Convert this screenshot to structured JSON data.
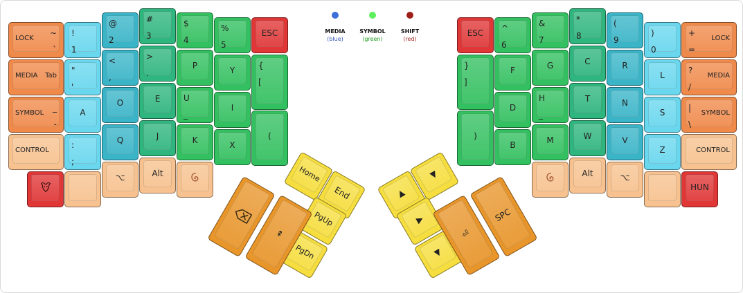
{
  "colors": {
    "orange": "#f08a4b",
    "peach": "#f7c28f",
    "light_blue": "#69d7ee",
    "teal": "#3ab5c8",
    "green_teal": "#2fb57e",
    "green": "#33c060",
    "red": "#e03636",
    "yellow": "#f6de3e",
    "dark_orange": "#e8952a"
  },
  "legend": [
    {
      "title": "MEDIA",
      "sub": "(blue)",
      "color": "#3d6fd9",
      "sub_color": "#2f4fb0"
    },
    {
      "title": "SYMBOL",
      "sub": "(green)",
      "color": "#5cf05c",
      "sub_color": "#1a9a1a"
    },
    {
      "title": "SHIFT",
      "sub": "(red)",
      "color": "#9e1f1a",
      "sub_color": "#9e1f1a"
    }
  ],
  "keys": [
    {
      "id": "lock-l",
      "color": "orange",
      "legends": {
        "tl": "LOCK",
        "tr": "~",
        "br": "`"
      }
    },
    {
      "id": "media-l",
      "color": "orange",
      "legends": {
        "tl": "MEDIA",
        "tr": "Tab"
      }
    },
    {
      "id": "symbol-l",
      "color": "orange",
      "legends": {
        "tl": "SYMBOL",
        "tr": "_",
        "br": "-"
      }
    },
    {
      "id": "control-l",
      "color": "peach",
      "legends": {
        "tl": "CONTROL"
      }
    },
    {
      "id": "gnu-key",
      "color": "red",
      "icon": "gnu-icon"
    },
    {
      "id": "k-1",
      "color": "light_blue",
      "legends": {
        "tl": "!",
        "bl": "1"
      }
    },
    {
      "id": "k-quote",
      "color": "light_blue",
      "legends": {
        "tl": "\"",
        "bl": "'"
      }
    },
    {
      "id": "k-a",
      "color": "light_blue",
      "legends": {
        "c": "A"
      }
    },
    {
      "id": "k-colon",
      "color": "light_blue",
      "legends": {
        "tl": ":",
        "bl": ";"
      }
    },
    {
      "id": "blank-l",
      "color": "peach",
      "legends": {}
    },
    {
      "id": "k-2",
      "color": "teal",
      "legends": {
        "tl": "@",
        "bl": "2"
      }
    },
    {
      "id": "k-lt",
      "color": "teal",
      "legends": {
        "tl": "<",
        "bl": ","
      }
    },
    {
      "id": "k-o",
      "color": "teal",
      "legends": {
        "c": "O"
      }
    },
    {
      "id": "k-q",
      "color": "teal",
      "legends": {
        "c": "Q"
      }
    },
    {
      "id": "opt-l",
      "color": "peach",
      "legends": {
        "c": "⌥"
      }
    },
    {
      "id": "k-3",
      "color": "green_teal",
      "legends": {
        "tl": "#",
        "bl": "3"
      }
    },
    {
      "id": "k-gt",
      "color": "green_teal",
      "legends": {
        "tl": ">",
        "bl": "."
      }
    },
    {
      "id": "k-e",
      "color": "green_teal",
      "legends": {
        "c": "E"
      }
    },
    {
      "id": "k-j",
      "color": "green_teal",
      "legends": {
        "c": "J"
      }
    },
    {
      "id": "alt-l",
      "color": "peach",
      "legends": {
        "c": "Alt"
      }
    },
    {
      "id": "k-4",
      "color": "green",
      "legends": {
        "tl": "$",
        "bl": "4"
      }
    },
    {
      "id": "k-p",
      "color": "green",
      "legends": {
        "c": "P"
      }
    },
    {
      "id": "k-u",
      "color": "green",
      "legends": {
        "tl": "U",
        "bl": "_"
      }
    },
    {
      "id": "k-k",
      "color": "green",
      "legends": {
        "c": "K"
      }
    },
    {
      "id": "debian-l",
      "color": "peach",
      "icon": "debian-icon"
    },
    {
      "id": "k-5",
      "color": "green",
      "legends": {
        "tl": "%",
        "bl": "5"
      }
    },
    {
      "id": "k-y",
      "color": "green",
      "legends": {
        "c": "Y"
      }
    },
    {
      "id": "k-i",
      "color": "green",
      "legends": {
        "c": "I"
      }
    },
    {
      "id": "k-x",
      "color": "green",
      "legends": {
        "c": "X"
      }
    },
    {
      "id": "esc-l",
      "color": "red",
      "legends": {
        "c": "ESC"
      }
    },
    {
      "id": "k-lbrace",
      "color": "green",
      "legends": {
        "tl": "{",
        "bl": "["
      }
    },
    {
      "id": "k-lparen",
      "color": "green",
      "legends": {
        "c": "("
      }
    },
    {
      "id": "esc-r",
      "color": "red",
      "legends": {
        "c": "ESC"
      }
    },
    {
      "id": "k-rbrace",
      "color": "green",
      "legends": {
        "tl": "}",
        "bl": "]"
      }
    },
    {
      "id": "k-rparen",
      "color": "green",
      "legends": {
        "c": ")"
      }
    },
    {
      "id": "k-6",
      "color": "green",
      "legends": {
        "tl": "^",
        "bl": "6"
      }
    },
    {
      "id": "k-f",
      "color": "green",
      "legends": {
        "c": "F"
      }
    },
    {
      "id": "k-d",
      "color": "green",
      "legends": {
        "c": "D"
      }
    },
    {
      "id": "k-b",
      "color": "green",
      "legends": {
        "c": "B"
      }
    },
    {
      "id": "k-7",
      "color": "green",
      "legends": {
        "tl": "&",
        "bl": "7"
      }
    },
    {
      "id": "k-g",
      "color": "green",
      "legends": {
        "c": "G"
      }
    },
    {
      "id": "k-h",
      "color": "green",
      "legends": {
        "tl": "H",
        "bl": "_"
      }
    },
    {
      "id": "k-m",
      "color": "green",
      "legends": {
        "c": "M"
      }
    },
    {
      "id": "debian-r",
      "color": "peach",
      "icon": "debian-icon"
    },
    {
      "id": "k-8",
      "color": "green_teal",
      "legends": {
        "tl": "*",
        "bl": "8"
      }
    },
    {
      "id": "k-c",
      "color": "green_teal",
      "legends": {
        "c": "C"
      }
    },
    {
      "id": "k-t",
      "color": "green_teal",
      "legends": {
        "c": "T"
      }
    },
    {
      "id": "k-w",
      "color": "green_teal",
      "legends": {
        "c": "W"
      }
    },
    {
      "id": "alt-r",
      "color": "peach",
      "legends": {
        "c": "Alt"
      }
    },
    {
      "id": "k-9",
      "color": "teal",
      "legends": {
        "tl": "(",
        "bl": "9"
      }
    },
    {
      "id": "k-r",
      "color": "teal",
      "legends": {
        "c": "R"
      }
    },
    {
      "id": "k-n",
      "color": "teal",
      "legends": {
        "c": "N"
      }
    },
    {
      "id": "k-v",
      "color": "teal",
      "legends": {
        "c": "V"
      }
    },
    {
      "id": "opt-r",
      "color": "peach",
      "legends": {
        "c": "⌥"
      }
    },
    {
      "id": "k-0",
      "color": "light_blue",
      "legends": {
        "tl": ")",
        "bl": "0"
      }
    },
    {
      "id": "k-l",
      "color": "light_blue",
      "legends": {
        "c": "L"
      }
    },
    {
      "id": "k-s",
      "color": "light_blue",
      "legends": {
        "c": "S"
      }
    },
    {
      "id": "k-z",
      "color": "light_blue",
      "legends": {
        "c": "Z"
      }
    },
    {
      "id": "blank-r",
      "color": "peach",
      "legends": {}
    },
    {
      "id": "lock-r",
      "color": "orange",
      "legends": {
        "tl": "+",
        "bl": "=",
        "tr": "LOCK"
      }
    },
    {
      "id": "media-r",
      "color": "orange",
      "legends": {
        "tl": "?",
        "bl": "/",
        "tr": "MEDIA"
      }
    },
    {
      "id": "symbol-r",
      "color": "orange",
      "legends": {
        "tl": "|",
        "bl": "\\",
        "tr": "SYMBOL"
      }
    },
    {
      "id": "control-r",
      "color": "peach",
      "legends": {
        "tr": "CONTROL"
      }
    },
    {
      "id": "hun-key",
      "color": "red",
      "legends": {
        "c": "HUN"
      }
    },
    {
      "id": "home-key",
      "color": "yellow",
      "legends": {
        "c": "Home"
      }
    },
    {
      "id": "end-key",
      "color": "yellow",
      "legends": {
        "c": "End"
      }
    },
    {
      "id": "pgup-key",
      "color": "yellow",
      "legends": {
        "c": "PgUp"
      }
    },
    {
      "id": "pgdn-key",
      "color": "yellow",
      "legends": {
        "c": "PgDn"
      }
    },
    {
      "id": "bksp-key",
      "color": "dark_orange",
      "icon": "backspace-icon"
    },
    {
      "id": "enter-key",
      "color": "dark_orange",
      "legends": {
        "c": "⇞"
      }
    },
    {
      "id": "up-key",
      "color": "yellow",
      "legends": {
        "c": "▲"
      }
    },
    {
      "id": "down-key",
      "color": "yellow",
      "legends": {
        "c": "▼"
      }
    },
    {
      "id": "right-key",
      "color": "yellow",
      "legends": {
        "c": "▶"
      }
    },
    {
      "id": "down2-key",
      "color": "yellow",
      "legends": {
        "c": "▼"
      }
    },
    {
      "id": "return-key",
      "color": "dark_orange",
      "legends": {
        "c": "⏎"
      }
    },
    {
      "id": "spc-key",
      "color": "dark_orange",
      "legends": {
        "c": "SPC"
      }
    }
  ]
}
